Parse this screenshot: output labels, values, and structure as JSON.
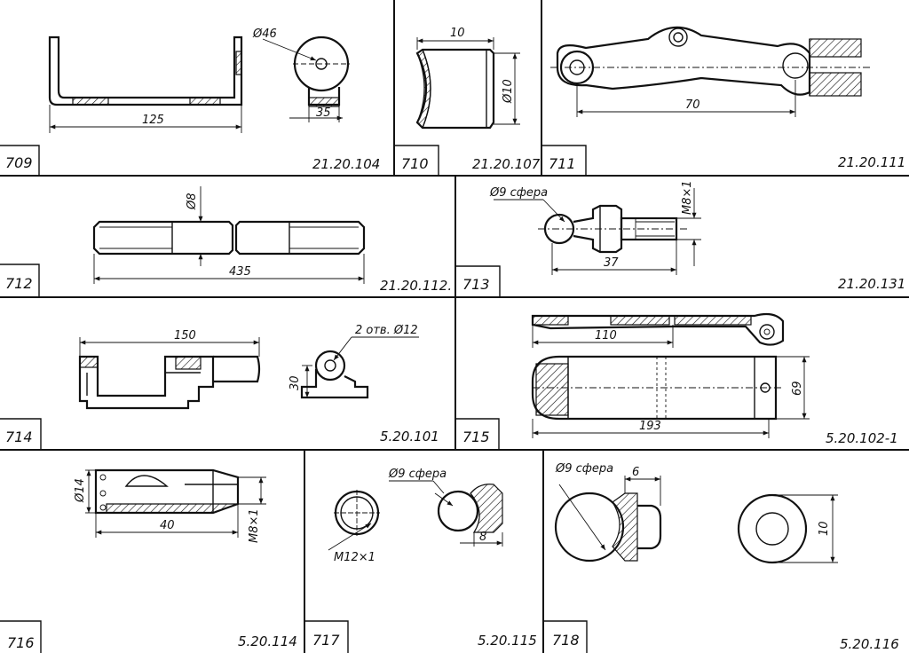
{
  "panels": [
    {
      "number": "709",
      "code": "21.20.104",
      "dims": [
        "125",
        "Ø46",
        "35"
      ]
    },
    {
      "number": "710",
      "code": "21.20.107",
      "dims": [
        "10",
        "Ø10"
      ]
    },
    {
      "number": "711",
      "code": "21.20.111",
      "dims": [
        "70"
      ]
    },
    {
      "number": "712",
      "code": "21.20.112.",
      "dims": [
        "Ø8",
        "435"
      ]
    },
    {
      "number": "713",
      "code": "21.20.131",
      "dims": [
        "Ø9 сфера",
        "M8×1",
        "37"
      ]
    },
    {
      "number": "714",
      "code": "5.20.101",
      "dims": [
        "150",
        "2 отв. Ø12",
        "30"
      ]
    },
    {
      "number": "715",
      "code": "5.20.102-1",
      "dims": [
        "110",
        "193",
        "69"
      ]
    },
    {
      "number": "716",
      "code": "5.20.114",
      "dims": [
        "Ø14",
        "40",
        "M8×1"
      ]
    },
    {
      "number": "717",
      "code": "5.20.115",
      "dims": [
        "Ø9 сфера",
        "M12×1",
        "8"
      ]
    },
    {
      "number": "718",
      "code": "5.20.116",
      "dims": [
        "Ø9 сфера",
        "6",
        "10"
      ]
    }
  ]
}
